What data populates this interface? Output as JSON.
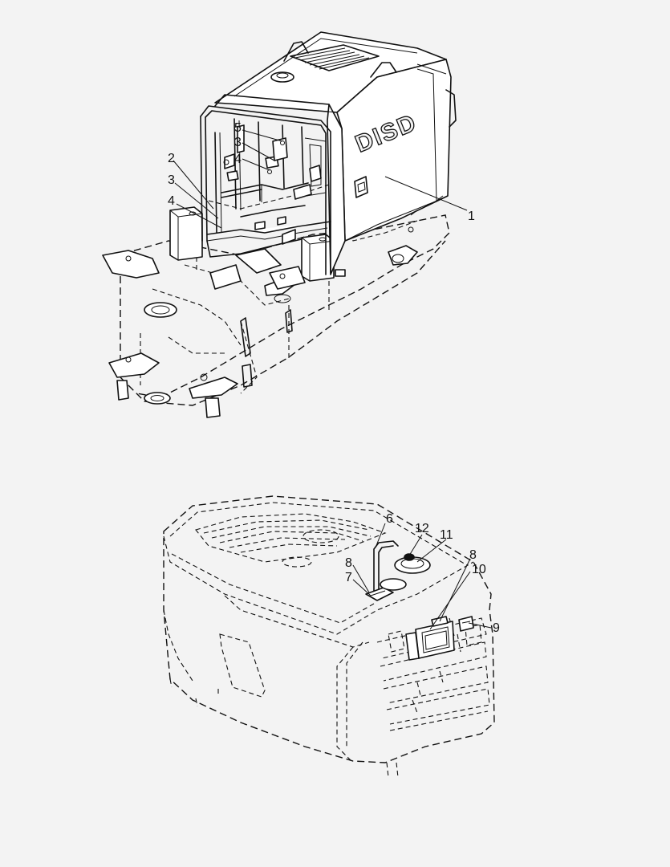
{
  "brand_mark": "DISD",
  "callouts": [
    {
      "id": "c1",
      "label": "1"
    },
    {
      "id": "c2",
      "label": "2"
    },
    {
      "id": "c3a",
      "label": "3"
    },
    {
      "id": "c4a",
      "label": "4"
    },
    {
      "id": "c5",
      "label": "5"
    },
    {
      "id": "c3b",
      "label": "3"
    },
    {
      "id": "c4b",
      "label": "4"
    },
    {
      "id": "c6",
      "label": "6"
    },
    {
      "id": "c12",
      "label": "12"
    },
    {
      "id": "c11",
      "label": "11"
    },
    {
      "id": "c8a",
      "label": "8"
    },
    {
      "id": "c10",
      "label": "10"
    },
    {
      "id": "c8b",
      "label": "8"
    },
    {
      "id": "c7",
      "label": "7"
    },
    {
      "id": "c9",
      "label": "9"
    }
  ]
}
